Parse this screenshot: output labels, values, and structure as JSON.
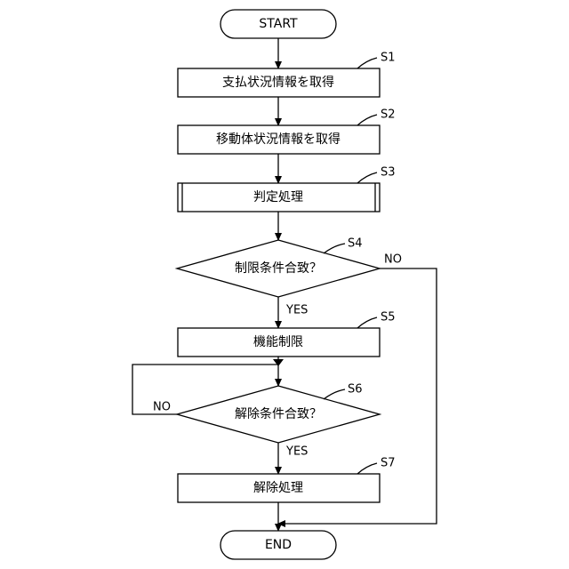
{
  "diagram": {
    "nodes": {
      "start": {
        "text": "START",
        "shape": "terminator"
      },
      "s1": {
        "text": "支払状況情報を取得",
        "step": "S1",
        "shape": "process"
      },
      "s2": {
        "text": "移動体状況情報を取得",
        "step": "S2",
        "shape": "process"
      },
      "s3": {
        "text": "判定処理",
        "step": "S3",
        "shape": "predefined-process"
      },
      "s4": {
        "text": "制限条件合致？",
        "step": "S4",
        "shape": "decision"
      },
      "s5": {
        "text": "機能制限",
        "step": "S5",
        "shape": "process"
      },
      "s6": {
        "text": "解除条件合致？",
        "step": "S6",
        "shape": "decision"
      },
      "s7": {
        "text": "解除処理",
        "step": "S7",
        "shape": "process"
      },
      "end": {
        "text": "END",
        "shape": "terminator"
      }
    },
    "edges": {
      "s4_yes": "YES",
      "s4_no": "NO",
      "s6_yes": "YES",
      "s6_no": "NO"
    },
    "connections": [
      [
        "start",
        "s1"
      ],
      [
        "s1",
        "s2"
      ],
      [
        "s2",
        "s3"
      ],
      [
        "s3",
        "s4"
      ],
      [
        "s4",
        "s5",
        "YES"
      ],
      [
        "s4",
        "end",
        "NO"
      ],
      [
        "s5",
        "s6"
      ],
      [
        "s6",
        "s7",
        "YES"
      ],
      [
        "s6",
        "s6",
        "NO"
      ],
      [
        "s7",
        "end"
      ]
    ]
  }
}
